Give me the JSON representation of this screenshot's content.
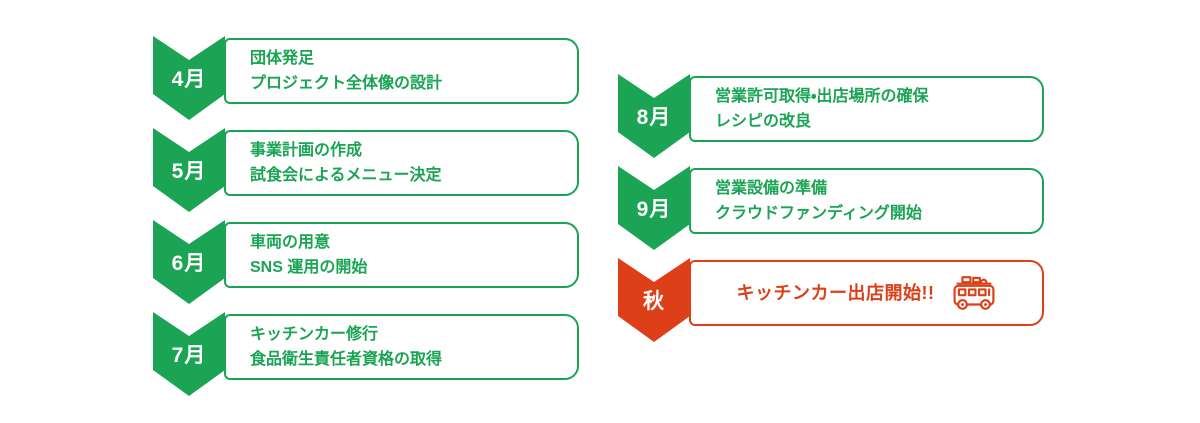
{
  "colors": {
    "green": "#1AA454",
    "red": "#DD4018",
    "background": "#FFFFFF",
    "month_text": "#FFFFFF"
  },
  "timeline": {
    "columns": [
      {
        "name": "left",
        "items": [
          {
            "month": "4月",
            "lines": [
              "団体発足",
              "プロジェクト全体像の設計"
            ]
          },
          {
            "month": "5月",
            "lines": [
              "事業計画の作成",
              "試食会によるメニュー決定"
            ]
          },
          {
            "month": "6月",
            "lines": [
              "車両の用意",
              "SNS 運用の開始"
            ]
          },
          {
            "month": "7月",
            "lines": [
              "キッチンカー修行",
              "食品衛生責任者資格の取得"
            ]
          }
        ]
      },
      {
        "name": "right",
        "items": [
          {
            "month": "8月",
            "lines": [
              "営業許可取得・出店場所の確保",
              "レシピの改良"
            ]
          },
          {
            "month": "9月",
            "lines": [
              "営業設備の準備",
              "クラウドファンディング開始"
            ]
          },
          {
            "month": "秋",
            "lines": [
              "キッチンカー出店開始!!"
            ],
            "icon": "food-truck-icon",
            "highlight": true
          }
        ]
      }
    ]
  }
}
